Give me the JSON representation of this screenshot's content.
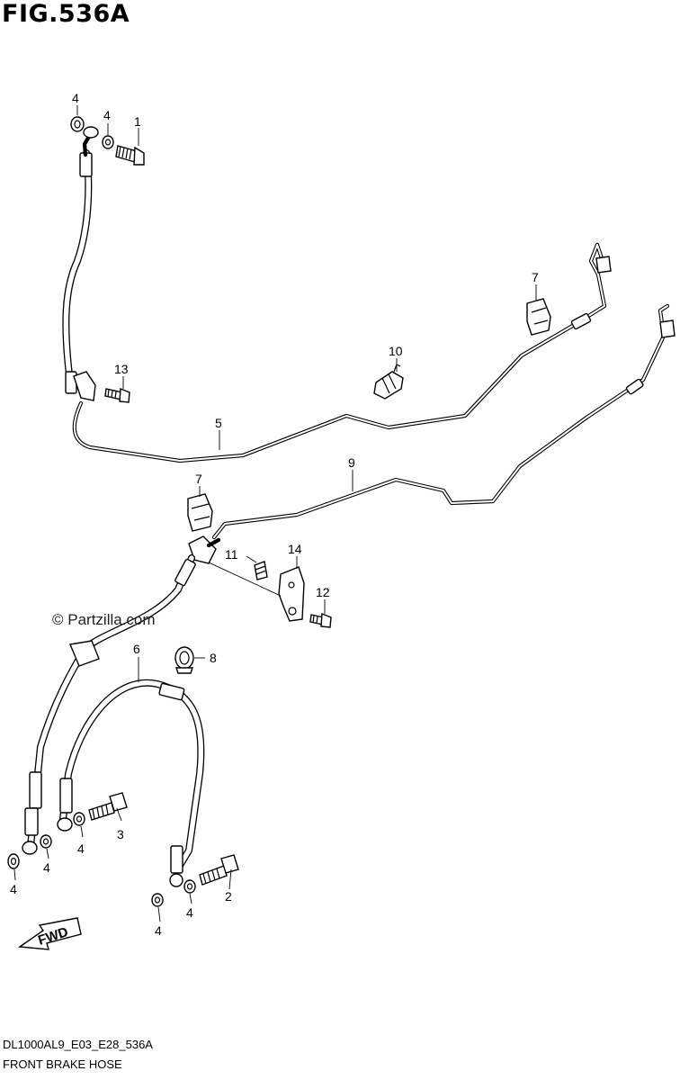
{
  "figure": {
    "title": "FIG.536A",
    "code": "DL1000AL9_E03_E28_536A",
    "name": "FRONT BRAKE HOSE",
    "watermark": "© Partzilla.com",
    "direction_label": "FWD"
  },
  "callouts": [
    {
      "id": "c-4a",
      "label": "4"
    },
    {
      "id": "c-4b",
      "label": "4"
    },
    {
      "id": "c-1",
      "label": "1"
    },
    {
      "id": "c-13",
      "label": "13"
    },
    {
      "id": "c-5",
      "label": "5"
    },
    {
      "id": "c-7a",
      "label": "7"
    },
    {
      "id": "c-10",
      "label": "10"
    },
    {
      "id": "c-7b",
      "label": "7"
    },
    {
      "id": "c-9",
      "label": "9"
    },
    {
      "id": "c-11",
      "label": "11"
    },
    {
      "id": "c-14",
      "label": "14"
    },
    {
      "id": "c-12",
      "label": "12"
    },
    {
      "id": "c-8",
      "label": "8"
    },
    {
      "id": "c-6",
      "label": "6"
    },
    {
      "id": "c-3",
      "label": "3"
    },
    {
      "id": "c-4c",
      "label": "4"
    },
    {
      "id": "c-4d",
      "label": "4"
    },
    {
      "id": "c-4e",
      "label": "4"
    },
    {
      "id": "c-2",
      "label": "2"
    },
    {
      "id": "c-4f",
      "label": "4"
    },
    {
      "id": "c-4g",
      "label": "4"
    }
  ]
}
